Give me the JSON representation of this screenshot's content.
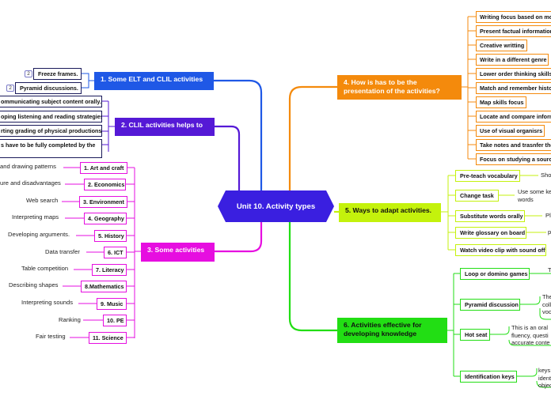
{
  "central": "Unit 10. Activity types",
  "b1": {
    "label": "1. Some ELT and CLIL activities",
    "children": [
      {
        "label": "Freeze frames.",
        "badge": "2"
      },
      {
        "label": "Pyramid discussions.",
        "badge": "2"
      }
    ]
  },
  "b2": {
    "label": "2. CLIL activities helps to",
    "children": [
      "ommunicating subject content orally.",
      "oping listening and reading strategies",
      "rting grading of physical productions.",
      "s have to be fully completed by the"
    ]
  },
  "b3": {
    "label": "3. Some activities",
    "children": [
      {
        "label": "1. Art and craft",
        "note": "and drawing patterns"
      },
      {
        "label": "2. Economics",
        "note": "ure and disadvantages"
      },
      {
        "label": "3. Environment",
        "note": "Web search"
      },
      {
        "label": "4. Geography",
        "note": "Interpreting maps"
      },
      {
        "label": "5. History",
        "note": "Developing arguments."
      },
      {
        "label": "6. ICT",
        "note": "Data transfer"
      },
      {
        "label": "7. Literacy",
        "note": "Table competition"
      },
      {
        "label": "8.Mathematics",
        "note": "Describing shapes"
      },
      {
        "label": "9. Music",
        "note": "Interpreting sounds"
      },
      {
        "label": "10. PE",
        "note": "Ranking"
      },
      {
        "label": "11. Science",
        "note": "Fair testing"
      }
    ]
  },
  "b4": {
    "label": "4. How is has to be the presentation of the activities?",
    "children": [
      "Writing focus based on  mo",
      "Present factual information",
      "Creative writting",
      "Write in a different genre",
      "Lower order thinking skills",
      "Match and remember histor",
      "Map skills focus",
      "Locate and compare inform",
      "Use of visual organisrs",
      "Take notes and  trasnfer the",
      "Focus on studying a source"
    ]
  },
  "b5": {
    "label": "5. Ways to adapt activities.",
    "children": [
      {
        "label": "Pre-teach vocabulary",
        "note": "Sho"
      },
      {
        "label": "Change task",
        "note": "Use some ke words"
      },
      {
        "label": "Substitute words orally",
        "note": "Pl"
      },
      {
        "label": "Write glossary on board",
        "note": "p"
      },
      {
        "label": "Watch video clip with sound off.",
        "note": ""
      }
    ]
  },
  "b6": {
    "label": "6. Activities effective for developing knowledge",
    "children": [
      {
        "label": "Loop or domino games",
        "note": "T"
      },
      {
        "label": "Pyramid discussion",
        "note": "The coll voc"
      },
      {
        "label": "Hot seat",
        "note": "This is an oral fluency, questi accurate conte"
      },
      {
        "label": "Identification keys",
        "note": "keys ident objec"
      }
    ]
  },
  "colors": {
    "central": "#3a1fe0",
    "b1": "#1f58e6",
    "b2": "#5519d6",
    "b3": "#e60ee0",
    "b4": "#f48a0c",
    "b5": "#c4f20c",
    "b6": "#22de14",
    "small_border": "#1a1a5a"
  }
}
